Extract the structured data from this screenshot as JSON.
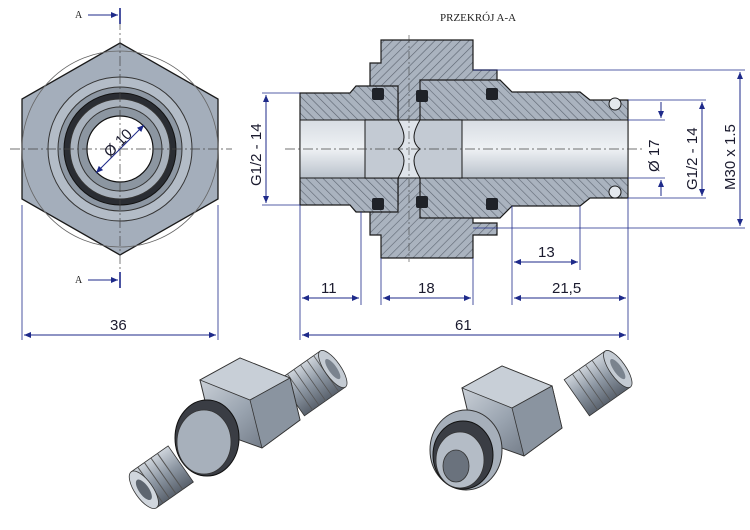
{
  "section_title": "PRZEKRÓJ A-A",
  "section_marks": {
    "top": "A",
    "bottom": "A"
  },
  "front_view": {
    "diameter_label": "Ø 10",
    "width_label": "36"
  },
  "section_view": {
    "left_thread_label": "G1/2 - 14",
    "right_thread_label": "G1/2 - 14",
    "bore_label": "Ø 17",
    "outer_thread_label": "M30 x 1.5",
    "dim_11": "11",
    "dim_18": "18",
    "dim_13": "13",
    "dim_21_5": "21,5",
    "dim_61": "61"
  },
  "colors": {
    "metal": "#9aa6b4",
    "hatch": "#6a7280",
    "dim_line": "#1e2a8a",
    "text": "#1a1a2e"
  }
}
